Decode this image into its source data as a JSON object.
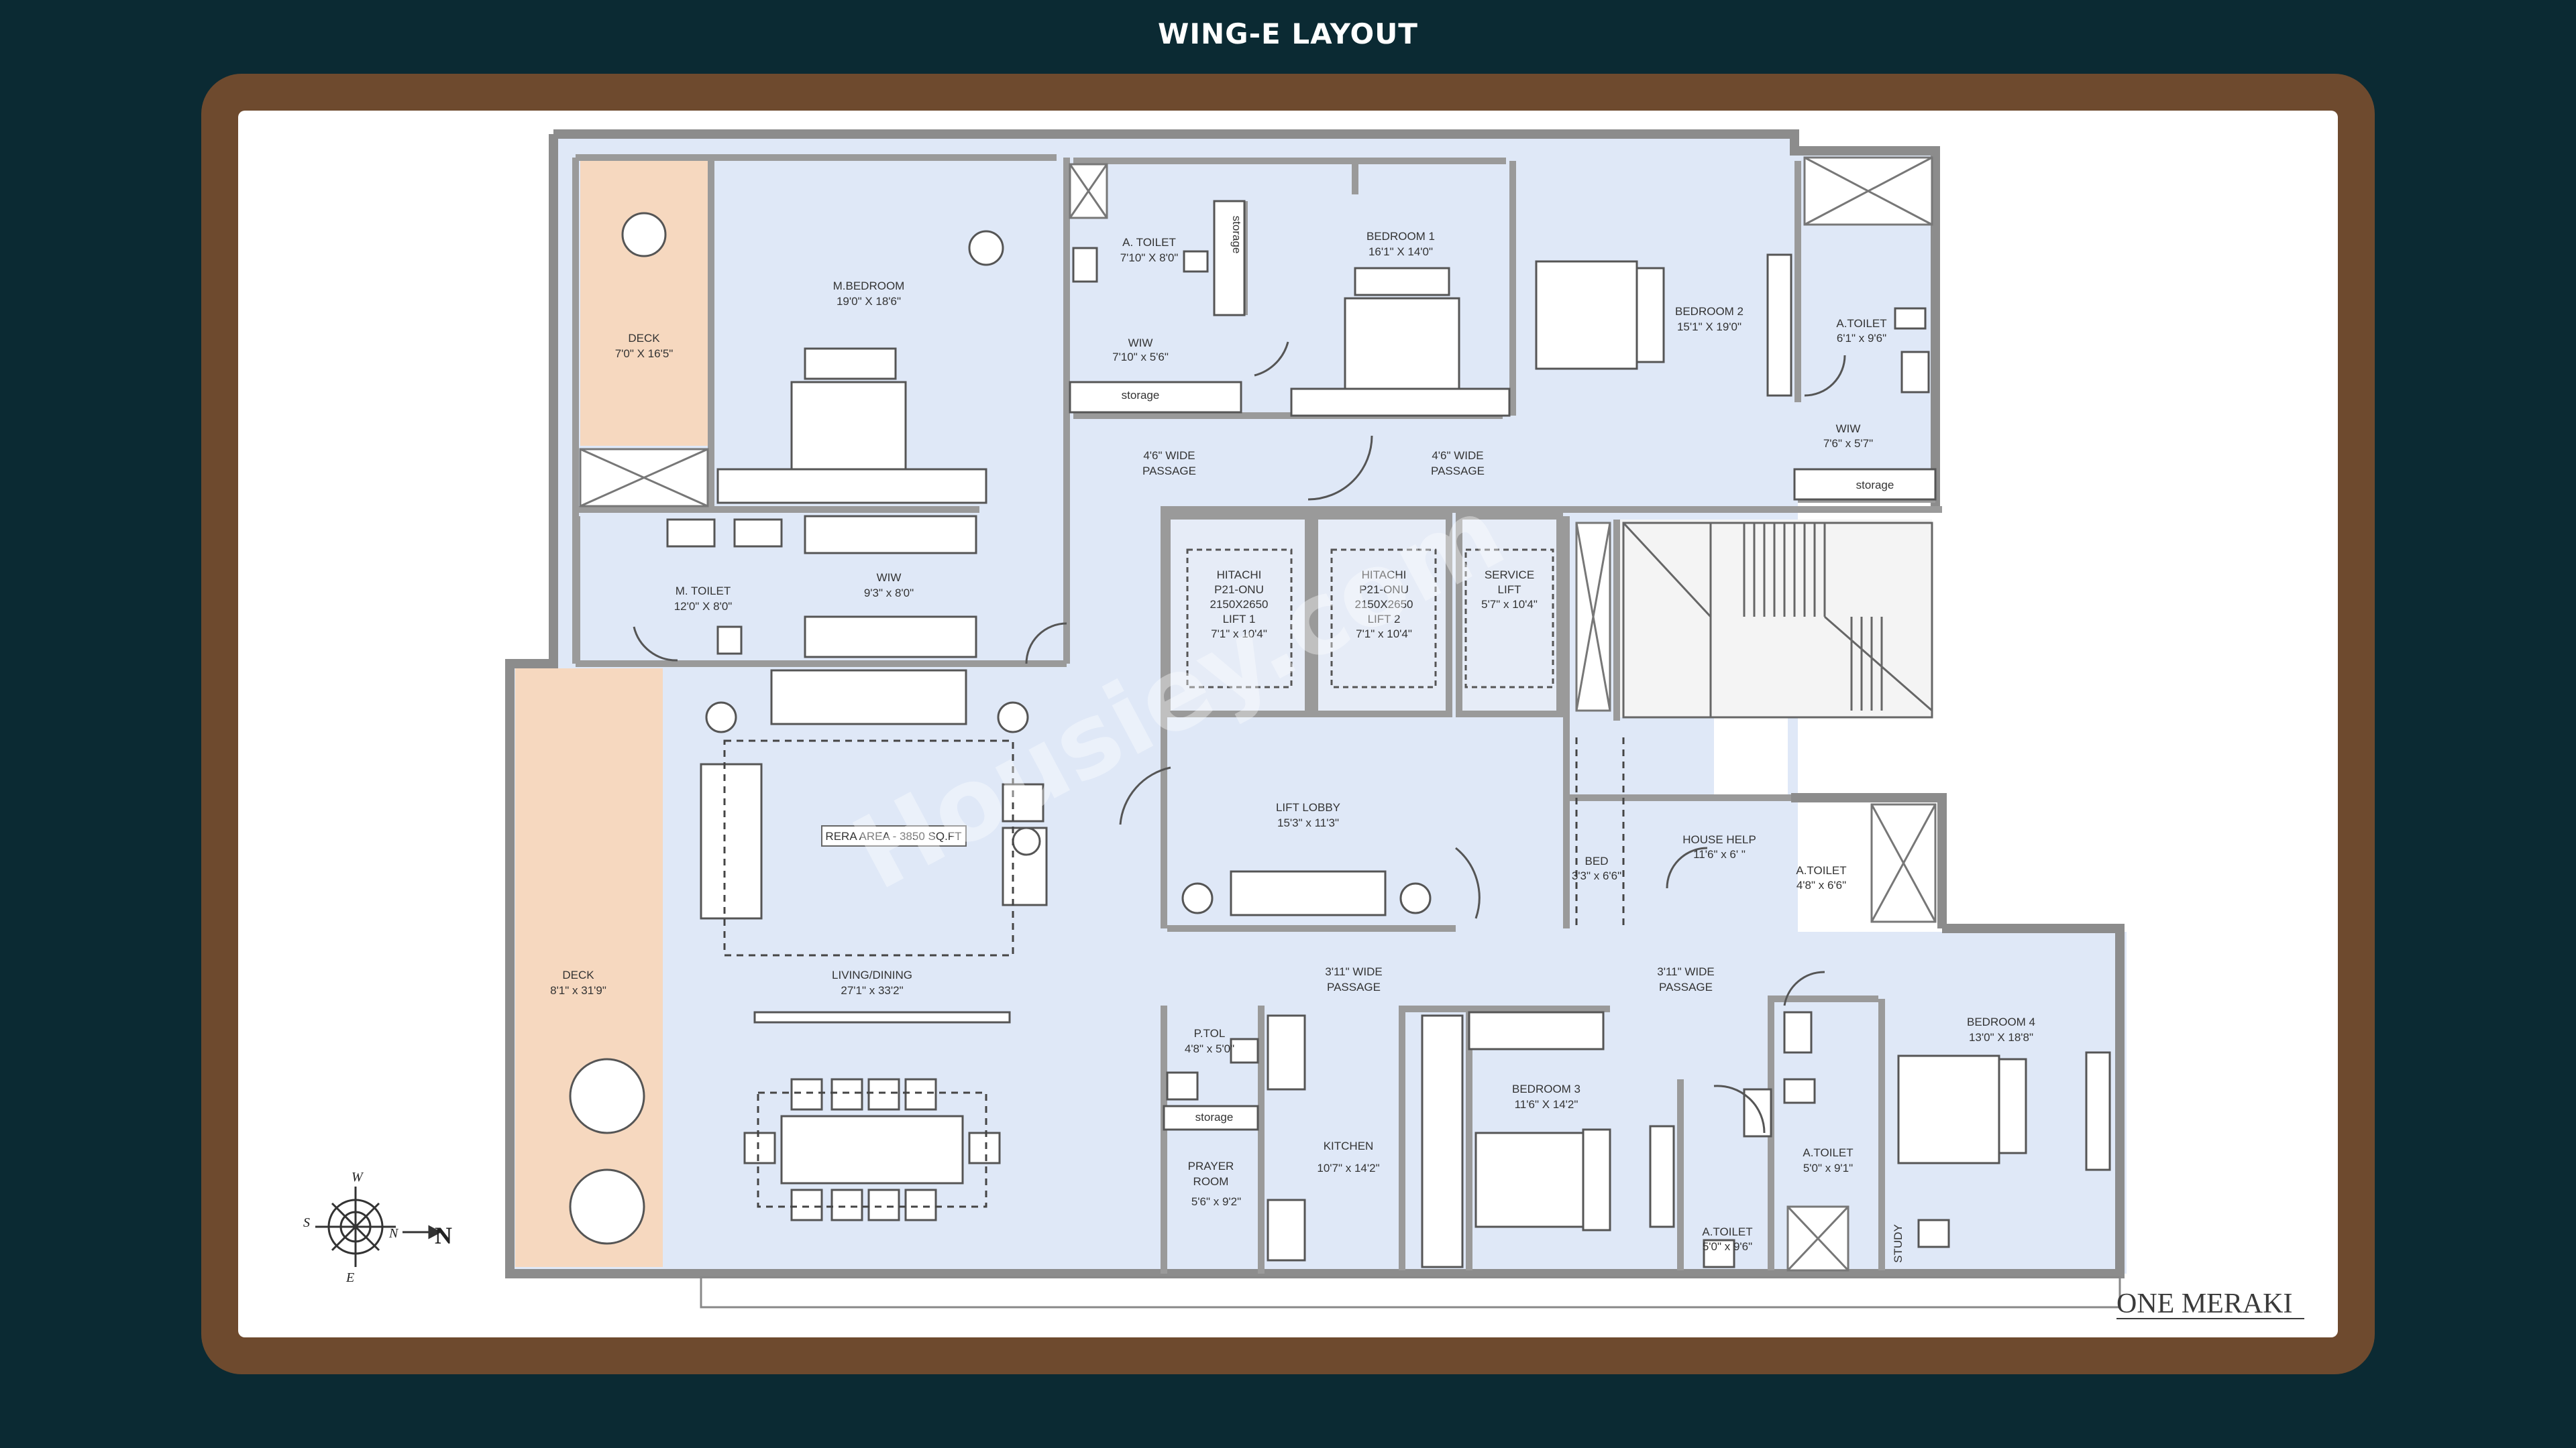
{
  "page": {
    "title": "WING-E LAYOUT"
  },
  "rooms": {
    "deck_top": {
      "name": "DECK",
      "size": "7'0\" X 16'5\""
    },
    "master_bedroom": {
      "name": "M.BEDROOM",
      "size": "19'0\" X 18'6\""
    },
    "a_toilet_1": {
      "name": "A. TOILET",
      "size": "7'10\" X 8'0\""
    },
    "storage_vertical": {
      "name": "storage"
    },
    "wiw_1": {
      "name": "WIW",
      "size": "7'10\" x 5'6\""
    },
    "storage_1": {
      "name": "storage"
    },
    "bedroom_1": {
      "name": "BEDROOM 1",
      "size": "16'1\" X 14'0\""
    },
    "bedroom_2": {
      "name": "BEDROOM 2",
      "size": "15'1\" X 19'0\""
    },
    "a_toilet_2": {
      "name": "A.TOILET",
      "size": "6'1\" x 9'6\""
    },
    "wiw_2": {
      "name": "WIW",
      "size": "7'6\" x 5'7\""
    },
    "storage_2": {
      "name": "storage"
    },
    "passage_1": {
      "name": "4'6\" WIDE",
      "line2": "PASSAGE"
    },
    "passage_2": {
      "name": "4'6\" WIDE",
      "line2": "PASSAGE"
    },
    "m_toilet": {
      "name": "M. TOILET",
      "size": "12'0\" X 8'0\""
    },
    "wiw_master": {
      "name": "WIW",
      "size": "9'3\" x 8'0\""
    },
    "lift_1": {
      "line1": "HITACHI",
      "line2": "P21-ONU",
      "line3": "2150X2650",
      "line4": "LIFT 1",
      "size": "7'1\" x 10'4\""
    },
    "lift_2": {
      "line1": "HITACHI",
      "line2": "P21-ONU",
      "line3": "2150X2650",
      "line4": "LIFT 2",
      "size": "7'1\" x 10'4\""
    },
    "service_lift": {
      "line1": "SERVICE",
      "line2": "LIFT",
      "size": "5'7\" x 10'4\""
    },
    "lift_lobby": {
      "name": "LIFT LOBBY",
      "size": "15'3\" x 11'3\""
    },
    "bed": {
      "name": "BED",
      "size": "3'3\" x 6'6\""
    },
    "house_help": {
      "name": "HOUSE HELP",
      "size": "11'6\" x 6' \""
    },
    "a_toilet_hh": {
      "name": "A.TOILET",
      "size": "4'8\" x 6'6\""
    },
    "deck_side": {
      "name": "DECK",
      "size": "8'1\" x 31'9\""
    },
    "living_dining": {
      "name": "LIVING/DINING",
      "size": "27'1\" x 33'2\""
    },
    "rera_area": {
      "label": "RERA AREA - 3850 SQ.FT"
    },
    "passage_3": {
      "name": "3'11\" WIDE",
      "line2": "PASSAGE"
    },
    "passage_4": {
      "name": "3'11\" WIDE",
      "line2": "PASSAGE"
    },
    "p_toilet": {
      "name": "P.TOL",
      "size": "4'8\" x 5'0\""
    },
    "storage_3": {
      "name": "storage"
    },
    "prayer_room": {
      "name": "PRAYER",
      "line2": "ROOM",
      "size": "5'6\" x 9'2\""
    },
    "kitchen": {
      "name": "KITCHEN",
      "size": "10'7\" x 14'2\""
    },
    "bedroom_3": {
      "name": "BEDROOM 3",
      "size": "11'6\" X 14'2\""
    },
    "bedroom_4": {
      "name": "BEDROOM 4",
      "size": "13'0\" X 18'8\""
    },
    "a_toilet_3": {
      "name": "A.TOILET",
      "size": "5'0\" x 9'1\""
    },
    "a_toilet_4": {
      "name": "A.TOILET",
      "size": "5'0\" x 9'6\""
    },
    "study": {
      "name": "STUDY"
    }
  },
  "compass": {
    "w": "W",
    "s": "S",
    "e": "E",
    "n_small": "N",
    "n_big": "N"
  },
  "watermark": "Housiey.com",
  "brand": "ONE MERAKI",
  "colors": {
    "background": "#0b2a33",
    "frame": "#6e4a2e",
    "room_fill": "#dfe8f7",
    "deck_fill": "#f6d8bf",
    "wall": "#8c8c8c"
  }
}
